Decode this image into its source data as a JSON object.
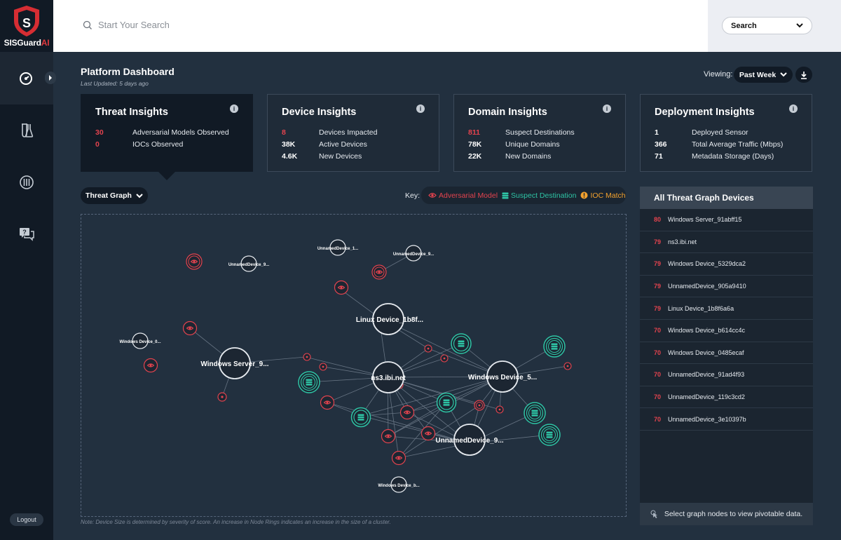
{
  "brand": {
    "name": "SISGuard",
    "suffix": "AI",
    "accent": "#e0393e"
  },
  "search": {
    "placeholder": "Start Your Search",
    "select_label": "Search"
  },
  "sidebar": {
    "items": [
      {
        "icon": "dashboard-gauge-icon"
      },
      {
        "icon": "flask-lab-icon"
      },
      {
        "icon": "sliders-settings-icon"
      },
      {
        "icon": "help-chat-icon"
      }
    ],
    "logout": "Logout"
  },
  "header": {
    "title": "Platform Dashboard",
    "last_updated": "Last Updated: 5 days ago",
    "viewing_label": "Viewing:",
    "period": "Past Week"
  },
  "cards": [
    {
      "title": "Threat Insights",
      "rows": [
        {
          "value": "30",
          "label": "Adversarial Models Observed"
        },
        {
          "value": "0",
          "label": "IOCs Observed"
        }
      ]
    },
    {
      "title": "Device Insights",
      "rows": [
        {
          "value": "8",
          "label": "Devices Impacted"
        },
        {
          "value": "38K",
          "label": "Active Devices"
        },
        {
          "value": "4.6K",
          "label": "New Devices"
        }
      ]
    },
    {
      "title": "Domain Insights",
      "rows": [
        {
          "value": "811",
          "label": "Suspect Destinations"
        },
        {
          "value": "78K",
          "label": "Unique Domains"
        },
        {
          "value": "22K",
          "label": "New Domains"
        }
      ]
    },
    {
      "title": "Deployment Insights",
      "rows": [
        {
          "value": "1",
          "label": "Deployed Sensor"
        },
        {
          "value": "366",
          "label": "Total Average Traffic (Mbps)"
        },
        {
          "value": "71",
          "label": "Metadata Storage (Days)"
        }
      ]
    }
  ],
  "graph": {
    "select_label": "Threat Graph",
    "key_label": "Key:",
    "key": [
      {
        "label": "Adversarial Model",
        "color": "#e4434e"
      },
      {
        "label": "Suspect Destination",
        "color": "#2ec4a5"
      },
      {
        "label": "IOC Match",
        "color": "#f2a12e"
      }
    ],
    "nodes": [
      {
        "label": "Linux Device_1b8f..."
      },
      {
        "label": "Windows Server_9..."
      },
      {
        "label": "ns3.ibi.net"
      },
      {
        "label": "Windows Device_5..."
      },
      {
        "label": "UnnamedDevice_9..."
      },
      {
        "label": "UnnamedDevice_9..."
      },
      {
        "label": "UnnamedDevice_1..."
      },
      {
        "label": "UnnamedDevice_9..."
      },
      {
        "label": "Windows Device_0..."
      },
      {
        "label": "Windows Device_b..."
      }
    ],
    "note": "Note: Device Size is determined by severity of score. An increase in Node Rings indicates an increase in the size of a cluster."
  },
  "devices_panel": {
    "title": "All Threat Graph Devices",
    "devices": [
      {
        "score": "80",
        "name": "Windows Server_91abff15"
      },
      {
        "score": "79",
        "name": "ns3.ibi.net"
      },
      {
        "score": "79",
        "name": "Windows Device_5329dca2"
      },
      {
        "score": "79",
        "name": "UnnamedDevice_905a9410"
      },
      {
        "score": "79",
        "name": "Linux Device_1b8f6a6a"
      },
      {
        "score": "70",
        "name": "Windows Device_b614cc4c"
      },
      {
        "score": "70",
        "name": "Windows Device_0485ecaf"
      },
      {
        "score": "70",
        "name": "UnnamedDevice_91ad4f93"
      },
      {
        "score": "70",
        "name": "UnnamedDevice_119c3cd2"
      },
      {
        "score": "70",
        "name": "UnnamedDevice_3e10397b"
      }
    ],
    "footer": "Select graph nodes to view pivotable data."
  }
}
